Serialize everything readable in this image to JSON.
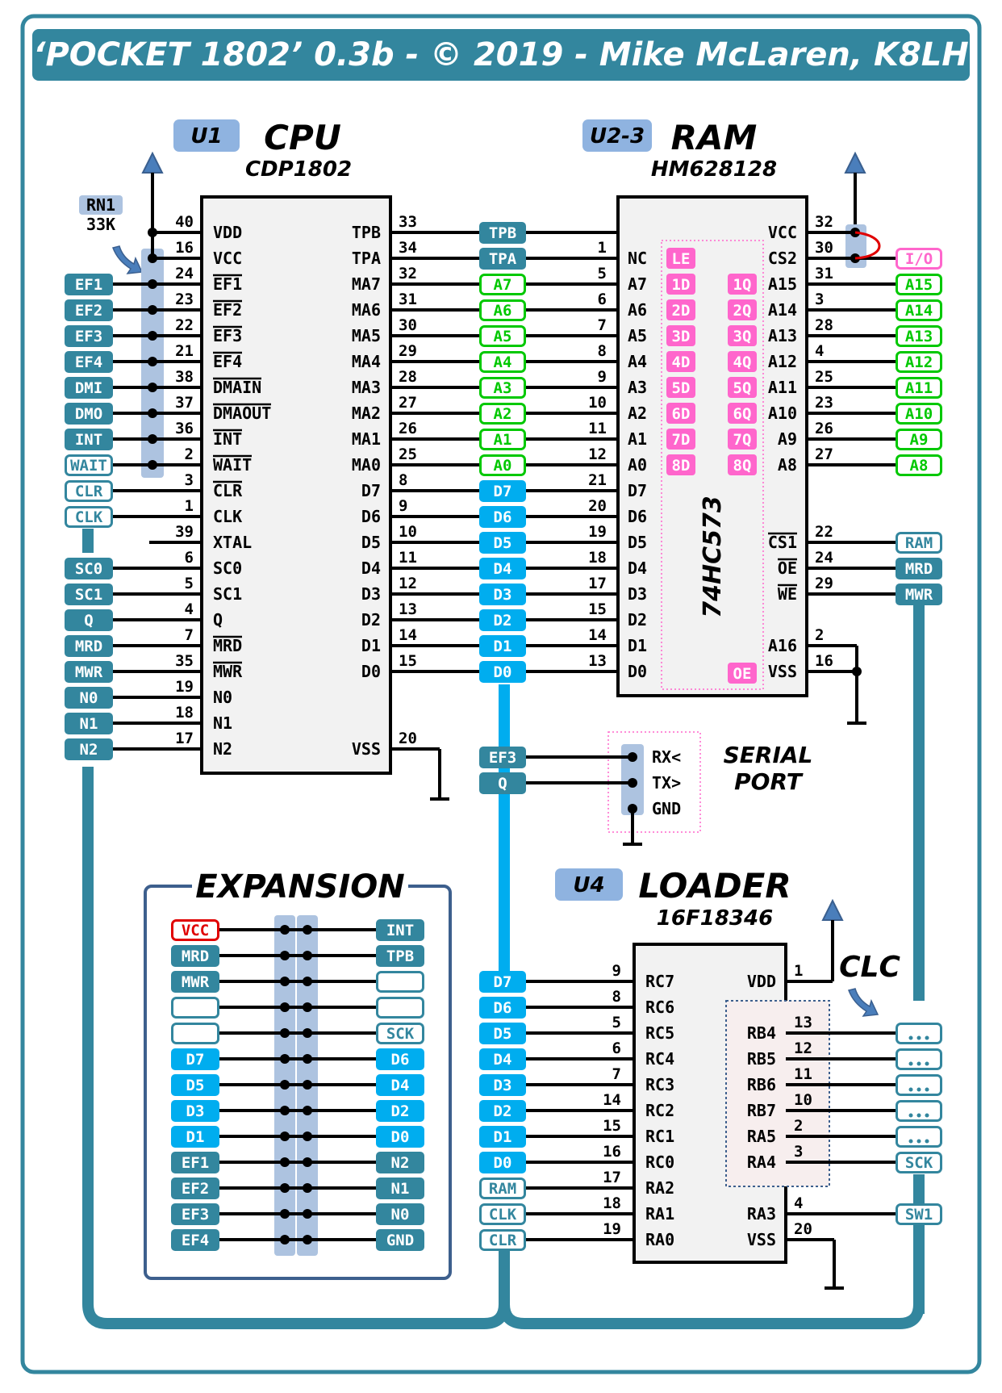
{
  "title": "‘POCKET 1802’ 0.3b - © 2019 - Mike McLaren, K8LH",
  "colors": {
    "frame": "#33869e",
    "bus_data": "#00adef",
    "address": "#00c800",
    "latch": "#ff66cc",
    "badge": "#8fb3e0",
    "header_strip": "#adc3e0",
    "expansion_border": "#3d5f8d",
    "vcc_red": "#e00000"
  },
  "cpu": {
    "ref": "U1",
    "name": "CPU",
    "part": "CDP1802",
    "resistor_ref": "RN1",
    "resistor_value": "33K",
    "left_pins": [
      {
        "num": "40",
        "label": "VDD",
        "overbar": false,
        "net": ""
      },
      {
        "num": "16",
        "label": "VCC",
        "overbar": false,
        "net": ""
      },
      {
        "num": "24",
        "label": "EF1",
        "overbar": true,
        "net": "EF1",
        "net_style": "solid"
      },
      {
        "num": "23",
        "label": "EF2",
        "overbar": true,
        "net": "EF2",
        "net_style": "solid"
      },
      {
        "num": "22",
        "label": "EF3",
        "overbar": true,
        "net": "EF3",
        "net_style": "solid"
      },
      {
        "num": "21",
        "label": "EF4",
        "overbar": true,
        "net": "EF4",
        "net_style": "solid"
      },
      {
        "num": "38",
        "label": "DMAIN",
        "overbar": true,
        "net": "DMI",
        "net_style": "solid"
      },
      {
        "num": "37",
        "label": "DMAOUT",
        "overbar": true,
        "net": "DMO",
        "net_style": "solid"
      },
      {
        "num": "36",
        "label": "INT",
        "overbar": true,
        "net": "INT",
        "net_style": "solid"
      },
      {
        "num": "2",
        "label": "WAIT",
        "overbar": true,
        "net": "WAIT",
        "net_style": "outline"
      },
      {
        "num": "3",
        "label": "CLR",
        "overbar": true,
        "net": "CLR",
        "net_style": "outline"
      },
      {
        "num": "1",
        "label": "CLK",
        "overbar": false,
        "net": "CLK",
        "net_style": "outline"
      },
      {
        "num": "39",
        "label": "XTAL",
        "overbar": false,
        "net": ""
      },
      {
        "num": "6",
        "label": "SC0",
        "overbar": false,
        "net": "SC0",
        "net_style": "solid"
      },
      {
        "num": "5",
        "label": "SC1",
        "overbar": false,
        "net": "SC1",
        "net_style": "solid"
      },
      {
        "num": "4",
        "label": "Q",
        "overbar": false,
        "net": "Q",
        "net_style": "solid"
      },
      {
        "num": "7",
        "label": "MRD",
        "overbar": true,
        "net": "MRD",
        "net_style": "solid"
      },
      {
        "num": "35",
        "label": "MWR",
        "overbar": true,
        "net": "MWR",
        "net_style": "solid"
      },
      {
        "num": "19",
        "label": "N0",
        "overbar": false,
        "net": "N0",
        "net_style": "solid"
      },
      {
        "num": "18",
        "label": "N1",
        "overbar": false,
        "net": "N1",
        "net_style": "solid"
      },
      {
        "num": "17",
        "label": "N2",
        "overbar": false,
        "net": "N2",
        "net_style": "solid"
      }
    ],
    "right_pins": [
      {
        "num": "33",
        "label": "TPB"
      },
      {
        "num": "34",
        "label": "TPA"
      },
      {
        "num": "32",
        "label": "MA7"
      },
      {
        "num": "31",
        "label": "MA6"
      },
      {
        "num": "30",
        "label": "MA5"
      },
      {
        "num": "29",
        "label": "MA4"
      },
      {
        "num": "28",
        "label": "MA3"
      },
      {
        "num": "27",
        "label": "MA2"
      },
      {
        "num": "26",
        "label": "MA1"
      },
      {
        "num": "25",
        "label": "MA0"
      },
      {
        "num": "8",
        "label": "D7"
      },
      {
        "num": "9",
        "label": "D6"
      },
      {
        "num": "10",
        "label": "D5"
      },
      {
        "num": "11",
        "label": "D4"
      },
      {
        "num": "12",
        "label": "D3"
      },
      {
        "num": "13",
        "label": "D2"
      },
      {
        "num": "14",
        "label": "D1"
      },
      {
        "num": "15",
        "label": "D0"
      },
      {
        "num": "",
        "label": ""
      },
      {
        "num": "",
        "label": ""
      },
      {
        "num": "20",
        "label": "VSS"
      }
    ]
  },
  "bus_tags": [
    {
      "label": "TPB",
      "style": "solid"
    },
    {
      "label": "TPA",
      "style": "solid"
    },
    {
      "label": "A7",
      "style": "addr"
    },
    {
      "label": "A6",
      "style": "addr"
    },
    {
      "label": "A5",
      "style": "addr"
    },
    {
      "label": "A4",
      "style": "addr"
    },
    {
      "label": "A3",
      "style": "addr"
    },
    {
      "label": "A2",
      "style": "addr"
    },
    {
      "label": "A1",
      "style": "addr"
    },
    {
      "label": "A0",
      "style": "addr"
    },
    {
      "label": "D7",
      "style": "data"
    },
    {
      "label": "D6",
      "style": "data"
    },
    {
      "label": "D5",
      "style": "data"
    },
    {
      "label": "D4",
      "style": "data"
    },
    {
      "label": "D3",
      "style": "data"
    },
    {
      "label": "D2",
      "style": "data"
    },
    {
      "label": "D1",
      "style": "data"
    },
    {
      "label": "D0",
      "style": "data"
    }
  ],
  "ram": {
    "ref": "U2-3",
    "name": "RAM",
    "part": "HM628128",
    "latch_part": "74HC573",
    "left_pins": [
      {
        "num": "1",
        "label": "NC"
      },
      {
        "num": "5",
        "label": "A7"
      },
      {
        "num": "6",
        "label": "A6"
      },
      {
        "num": "7",
        "label": "A5"
      },
      {
        "num": "8",
        "label": "A4"
      },
      {
        "num": "9",
        "label": "A3"
      },
      {
        "num": "10",
        "label": "A2"
      },
      {
        "num": "11",
        "label": "A1"
      },
      {
        "num": "12",
        "label": "A0"
      },
      {
        "num": "21",
        "label": "D7"
      },
      {
        "num": "20",
        "label": "D6"
      },
      {
        "num": "19",
        "label": "D5"
      },
      {
        "num": "18",
        "label": "D4"
      },
      {
        "num": "17",
        "label": "D3"
      },
      {
        "num": "15",
        "label": "D2"
      },
      {
        "num": "14",
        "label": "D1"
      },
      {
        "num": "13",
        "label": "D0"
      }
    ],
    "latch_left": [
      "LE",
      "1D",
      "2D",
      "3D",
      "4D",
      "5D",
      "6D",
      "7D",
      "8D"
    ],
    "latch_right": [
      "1Q",
      "2Q",
      "3Q",
      "4Q",
      "5Q",
      "6Q",
      "7Q",
      "8Q"
    ],
    "latch_oe": "OE",
    "right_pins": [
      {
        "num": "32",
        "label": "VCC",
        "overbar": false,
        "net": ""
      },
      {
        "num": "30",
        "label": "CS2",
        "overbar": false,
        "net": "I/O",
        "net_style": "latch"
      },
      {
        "num": "31",
        "label": "A15",
        "overbar": false,
        "net": "A15",
        "net_style": "addr"
      },
      {
        "num": "3",
        "label": "A14",
        "overbar": false,
        "net": "A14",
        "net_style": "addr"
      },
      {
        "num": "28",
        "label": "A13",
        "overbar": false,
        "net": "A13",
        "net_style": "addr"
      },
      {
        "num": "4",
        "label": "A12",
        "overbar": false,
        "net": "A12",
        "net_style": "addr"
      },
      {
        "num": "25",
        "label": "A11",
        "overbar": false,
        "net": "A11",
        "net_style": "addr"
      },
      {
        "num": "23",
        "label": "A10",
        "overbar": false,
        "net": "A10",
        "net_style": "addr"
      },
      {
        "num": "26",
        "label": "A9",
        "overbar": false,
        "net": "A9",
        "net_style": "addr"
      },
      {
        "num": "27",
        "label": "A8",
        "overbar": false,
        "net": "A8",
        "net_style": "addr"
      },
      {
        "num": "",
        "label": "",
        "overbar": false,
        "net": ""
      },
      {
        "num": "",
        "label": "",
        "overbar": false,
        "net": ""
      },
      {
        "num": "22",
        "label": "CS1",
        "overbar": true,
        "net": "RAM",
        "net_style": "outline"
      },
      {
        "num": "24",
        "label": "OE",
        "overbar": true,
        "net": "MRD",
        "net_style": "solid"
      },
      {
        "num": "29",
        "label": "WE",
        "overbar": true,
        "net": "MWR",
        "net_style": "solid"
      },
      {
        "num": "",
        "label": "",
        "overbar": false,
        "net": ""
      },
      {
        "num": "2",
        "label": "A16",
        "overbar": false,
        "net": ""
      },
      {
        "num": "16",
        "label": "VSS",
        "overbar": false,
        "net": ""
      }
    ]
  },
  "serial": {
    "title_line1": "SERIAL",
    "title_line2": "PORT",
    "pins": [
      {
        "net": "EF3",
        "label": "RX<"
      },
      {
        "net": "Q",
        "label": "TX>"
      },
      {
        "net": "",
        "label": "GND"
      }
    ]
  },
  "expansion": {
    "title": "EXPANSION",
    "rows": [
      {
        "left": "VCC",
        "left_style": "vcc",
        "right": "INT",
        "right_style": "solid"
      },
      {
        "left": "MRD",
        "left_style": "solid",
        "right": "TPB",
        "right_style": "solid"
      },
      {
        "left": "MWR",
        "left_style": "solid",
        "right": "",
        "right_style": "outline"
      },
      {
        "left": "",
        "left_style": "outline",
        "right": "",
        "right_style": "outline"
      },
      {
        "left": "",
        "left_style": "outline",
        "right": "SCK",
        "right_style": "outline"
      },
      {
        "left": "D7",
        "left_style": "data",
        "right": "D6",
        "right_style": "data"
      },
      {
        "left": "D5",
        "left_style": "data",
        "right": "D4",
        "right_style": "data"
      },
      {
        "left": "D3",
        "left_style": "data",
        "right": "D2",
        "right_style": "data"
      },
      {
        "left": "D1",
        "left_style": "data",
        "right": "D0",
        "right_style": "data"
      },
      {
        "left": "EF1",
        "left_style": "solid",
        "right": "N2",
        "right_style": "solid"
      },
      {
        "left": "EF2",
        "left_style": "solid",
        "right": "N1",
        "right_style": "solid"
      },
      {
        "left": "EF3",
        "left_style": "solid",
        "right": "N0",
        "right_style": "solid"
      },
      {
        "left": "EF4",
        "left_style": "solid",
        "right": "GND",
        "right_style": "solid"
      }
    ]
  },
  "loader": {
    "ref": "U4",
    "name": "LOADER",
    "part": "16F18346",
    "clc_label": "CLC",
    "left_pins": [
      {
        "num": "9",
        "label": "RC7",
        "net": "D7",
        "net_style": "data"
      },
      {
        "num": "8",
        "label": "RC6",
        "net": "D6",
        "net_style": "data"
      },
      {
        "num": "5",
        "label": "RC5",
        "net": "D5",
        "net_style": "data"
      },
      {
        "num": "6",
        "label": "RC4",
        "net": "D4",
        "net_style": "data"
      },
      {
        "num": "7",
        "label": "RC3",
        "net": "D3",
        "net_style": "data"
      },
      {
        "num": "14",
        "label": "RC2",
        "net": "D2",
        "net_style": "data"
      },
      {
        "num": "15",
        "label": "RC1",
        "net": "D1",
        "net_style": "data"
      },
      {
        "num": "16",
        "label": "RC0",
        "net": "D0",
        "net_style": "data"
      },
      {
        "num": "17",
        "label": "RA2",
        "net": "RAM",
        "net_style": "outline"
      },
      {
        "num": "18",
        "label": "RA1",
        "net": "CLK",
        "net_style": "outline"
      },
      {
        "num": "19",
        "label": "RA0",
        "net": "CLR",
        "net_style": "outline"
      }
    ],
    "right_pins": [
      {
        "num": "1",
        "label": "VDD",
        "net": "",
        "net_style": ""
      },
      {
        "num": "",
        "label": "",
        "net": "",
        "net_style": ""
      },
      {
        "num": "13",
        "label": "RB4",
        "net": "...",
        "net_style": "outline"
      },
      {
        "num": "12",
        "label": "RB5",
        "net": "...",
        "net_style": "outline"
      },
      {
        "num": "11",
        "label": "RB6",
        "net": "...",
        "net_style": "outline"
      },
      {
        "num": "10",
        "label": "RB7",
        "net": "...",
        "net_style": "outline"
      },
      {
        "num": "2",
        "label": "RA5",
        "net": "...",
        "net_style": "outline"
      },
      {
        "num": "3",
        "label": "RA4",
        "net": "SCK",
        "net_style": "outline"
      },
      {
        "num": "",
        "label": "",
        "net": "",
        "net_style": ""
      },
      {
        "num": "4",
        "label": "RA3",
        "net": "SW1",
        "net_style": "outline"
      },
      {
        "num": "20",
        "label": "VSS",
        "net": "",
        "net_style": ""
      }
    ]
  }
}
